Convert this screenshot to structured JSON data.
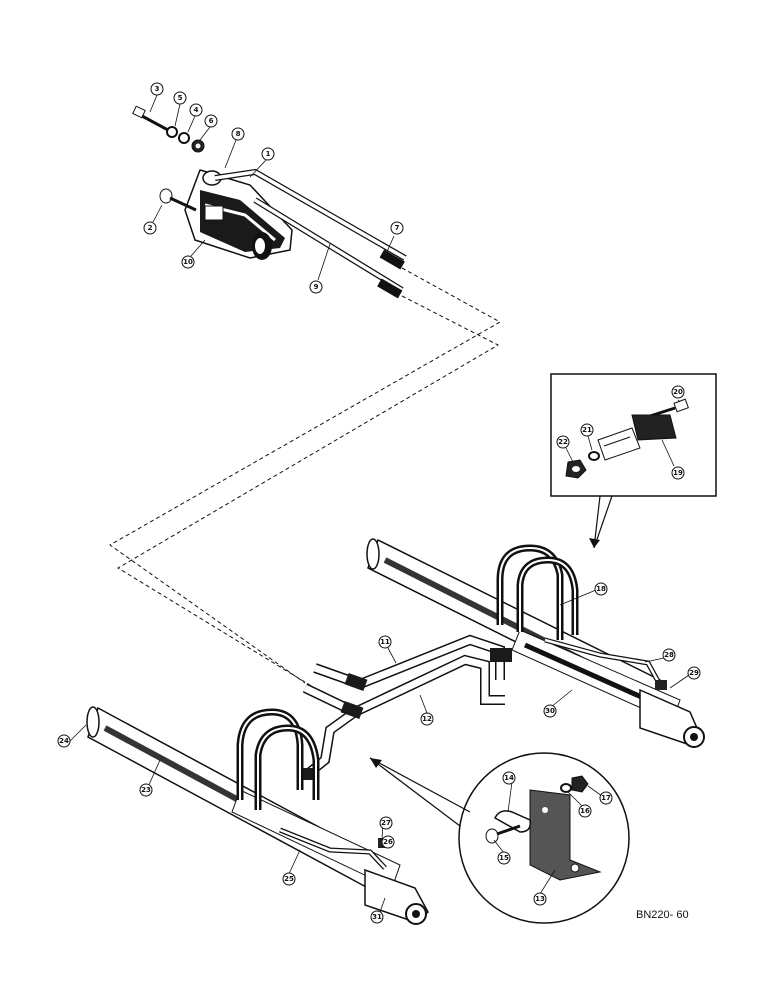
{
  "drawing_code": "BN220- 60",
  "callouts": [
    {
      "id": "c3",
      "label": "3"
    },
    {
      "id": "c5",
      "label": "5"
    },
    {
      "id": "c4",
      "label": "4"
    },
    {
      "id": "c6a",
      "label": "6"
    },
    {
      "id": "c8",
      "label": "8"
    },
    {
      "id": "c1",
      "label": "1"
    },
    {
      "id": "c2",
      "label": "2"
    },
    {
      "id": "c10",
      "label": "10"
    },
    {
      "id": "c7",
      "label": "7"
    },
    {
      "id": "c9",
      "label": "9"
    },
    {
      "id": "c20",
      "label": "20"
    },
    {
      "id": "c21",
      "label": "21"
    },
    {
      "id": "c22",
      "label": "22"
    },
    {
      "id": "c19",
      "label": "19"
    },
    {
      "id": "c18",
      "label": "18"
    },
    {
      "id": "c11",
      "label": "11"
    },
    {
      "id": "c12",
      "label": "12"
    },
    {
      "id": "c28a",
      "label": "28"
    },
    {
      "id": "c29a",
      "label": "29"
    },
    {
      "id": "c30",
      "label": "30"
    },
    {
      "id": "c24",
      "label": "24"
    },
    {
      "id": "c23",
      "label": "23"
    },
    {
      "id": "c14",
      "label": "14"
    },
    {
      "id": "c17",
      "label": "17"
    },
    {
      "id": "c16",
      "label": "16"
    },
    {
      "id": "c15",
      "label": "15"
    },
    {
      "id": "c13",
      "label": "13"
    },
    {
      "id": "c27",
      "label": "27"
    },
    {
      "id": "c26",
      "label": "26"
    },
    {
      "id": "c25",
      "label": "25"
    },
    {
      "id": "c31",
      "label": "31"
    }
  ]
}
